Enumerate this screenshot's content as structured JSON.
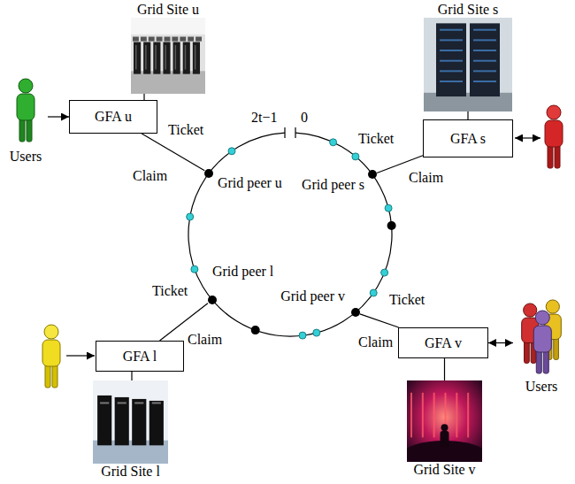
{
  "diagram": {
    "nodes": [
      {
        "text": [
          "Grid Site u"
        ]
      },
      {
        "text": [
          "Grid Site s"
        ]
      },
      {
        "text": [
          "Users"
        ]
      },
      {
        "text": [
          "GFA u"
        ]
      },
      {
        "text": [
          "GFA s"
        ]
      },
      {
        "text": [
          "Grid peer u"
        ]
      },
      {
        "text": [
          "Grid peer s"
        ]
      },
      {
        "text": [
          "Grid peer l"
        ]
      },
      {
        "text": [
          "Grid peer v"
        ]
      },
      {
        "text": [
          "GFA l"
        ]
      },
      {
        "text": [
          "GFA v"
        ]
      },
      {
        "text": [
          "Users"
        ]
      },
      {
        "text": [
          "Grid Site l"
        ]
      },
      {
        "text": [
          "Grid Site v"
        ]
      }
    ],
    "edges": [
      {
        "from": 0,
        "to": 3,
        "arrow": "none"
      },
      {
        "from": 2,
        "to": 3,
        "arrow": "to"
      },
      {
        "from": 3,
        "to": 5,
        "arrow": "none"
      },
      {
        "from": 1,
        "to": 4,
        "arrow": "none"
      },
      {
        "from": 4,
        "to": 6,
        "arrow": "none"
      },
      {
        "from": 9,
        "to": 7,
        "arrow": "none"
      },
      {
        "from": 10,
        "to": 8,
        "arrow": "none"
      },
      {
        "from": 10,
        "to": 11,
        "arrow": "both"
      },
      {
        "from": 9,
        "to": 12,
        "arrow": "none"
      },
      {
        "from": 10,
        "to": 13,
        "arrow": "none"
      }
    ],
    "labels": [
      "2t−1",
      "0",
      "Ticket",
      "Claim",
      "Ticket",
      "Claim",
      "Ticket",
      "Claim",
      "Ticket",
      "Claim"
    ]
  }
}
